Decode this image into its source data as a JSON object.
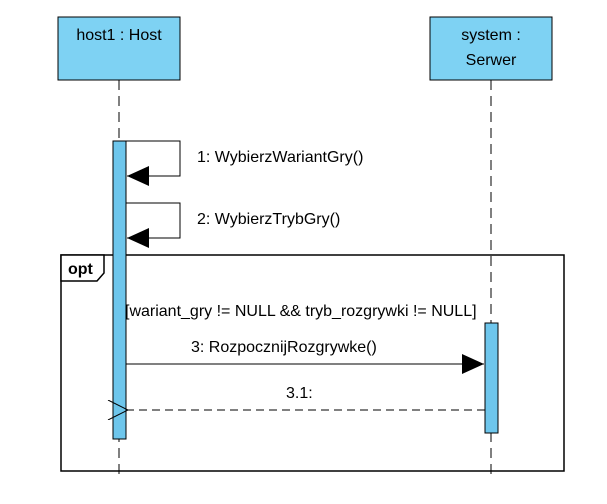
{
  "lifelines": [
    {
      "label_lines": [
        "host1 : Host"
      ]
    },
    {
      "label_lines": [
        "system :",
        "Serwer"
      ]
    }
  ],
  "messages": [
    {
      "label": "1: WybierzWariantGry()",
      "kind": "self-sync"
    },
    {
      "label": "2: WybierzTrybGry()",
      "kind": "self-sync"
    },
    {
      "label": "3: RozpocznijRozgrywke()",
      "kind": "sync"
    },
    {
      "label": "3.1:",
      "kind": "return"
    }
  ],
  "fragment": {
    "operator": "opt",
    "guard": "[wariant_gry != NULL && tryb_rozgrywki != NULL]"
  },
  "colors": {
    "lifeline_head": "#7ed2f3",
    "activation": "#6ec6ec",
    "line": "#000000",
    "background": "#ffffff"
  }
}
